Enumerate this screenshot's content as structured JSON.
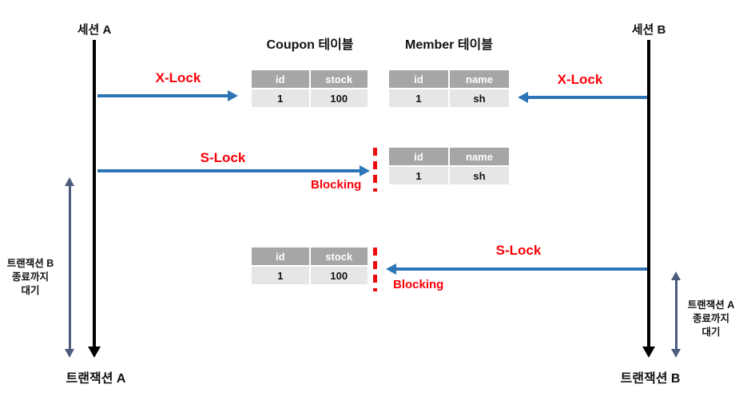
{
  "colors": {
    "arrow_blue": "#2E75B6",
    "lock_red": "#FB0007",
    "table_header_bg": "#A6A6A6",
    "table_row_bg": "#E7E6E6",
    "timeline_black": "#000000",
    "wait_arrow_steel": "#4B5C7E"
  },
  "sessions": {
    "a": {
      "top_label": "세션 A",
      "bottom_label": "트랜잭션 A"
    },
    "b": {
      "top_label": "세션 B",
      "bottom_label": "트랜잭션 B"
    }
  },
  "tables": {
    "coupon": {
      "title": "Coupon 테이블",
      "headers": [
        "id",
        "stock"
      ],
      "rows": [
        [
          "1",
          "100"
        ]
      ]
    },
    "member": {
      "title": "Member 테이블",
      "headers": [
        "id",
        "name"
      ],
      "rows": [
        [
          "1",
          "sh"
        ]
      ]
    }
  },
  "locks": {
    "xlock_a": {
      "label": "X-Lock"
    },
    "xlock_b": {
      "label": "X-Lock"
    },
    "slock_a": {
      "label": "S-Lock",
      "blocking": "Blocking"
    },
    "slock_b": {
      "label": "S-Lock",
      "blocking": "Blocking"
    }
  },
  "waits": {
    "left": {
      "line1": "트랜잭션 B",
      "line2": "종료까지",
      "line3": "대기"
    },
    "right": {
      "line1": "트랜잭션 A",
      "line2": "종료까지",
      "line3": "대기"
    }
  }
}
